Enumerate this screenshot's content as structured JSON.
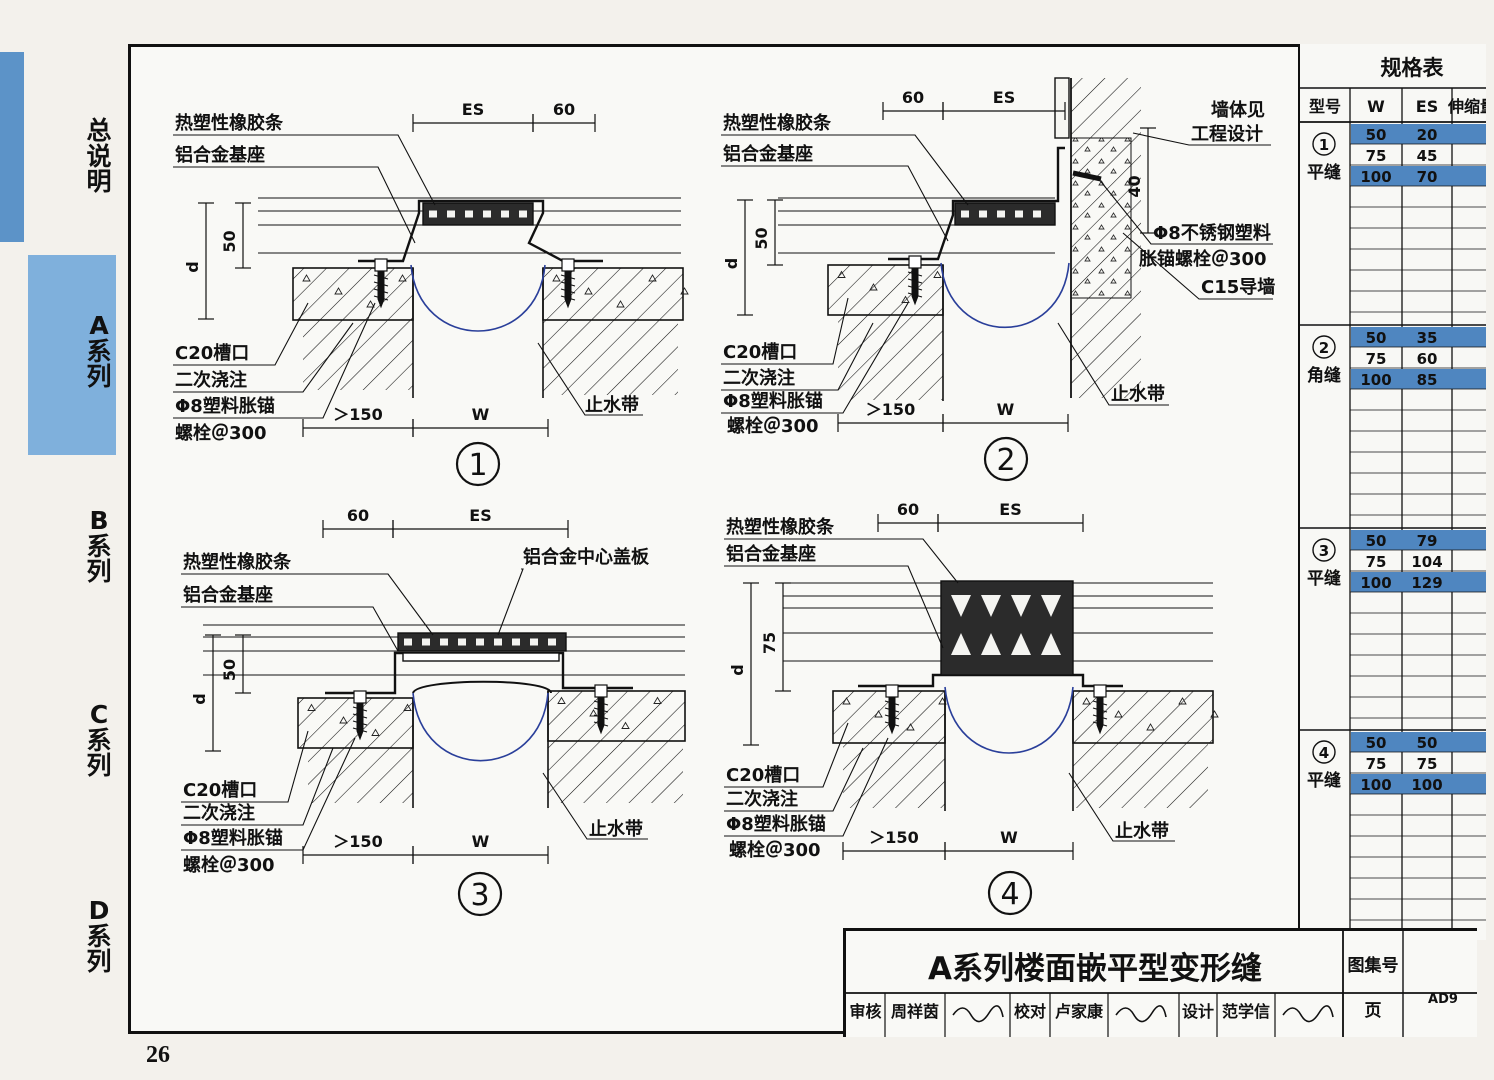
{
  "sidebar": {
    "items": [
      {
        "label": "总说明",
        "chars": [
          "总",
          "说",
          "明"
        ]
      },
      {
        "label": "A系列",
        "chars": [
          "A",
          "系",
          "列"
        ]
      },
      {
        "label": "B系列",
        "chars": [
          "B",
          "系",
          "列"
        ]
      },
      {
        "label": "C系列",
        "chars": [
          "C",
          "系",
          "列"
        ]
      },
      {
        "label": "D系列",
        "chars": [
          "D",
          "系",
          "列"
        ]
      }
    ],
    "active": "A系列",
    "accent_color": "#5c93c8"
  },
  "page_number": "26",
  "details": [
    {
      "number": "1",
      "dims": {
        "es": "ES",
        "side": "60",
        "w": "W",
        "d": "d",
        "h": "50",
        "min": "＞150"
      },
      "labels": {
        "rubber": "热塑性橡胶条",
        "base": "铝合金基座",
        "c20": "C20槽口",
        "pour": "二次浇注",
        "anchor": "Φ8塑料胀锚",
        "bolt": "螺栓＠300",
        "waterstop": "止水带"
      }
    },
    {
      "number": "2",
      "dims": {
        "es": "ES",
        "side": "60",
        "w": "W",
        "d": "d",
        "h": "50",
        "min": "＞150",
        "wall_h": "40"
      },
      "labels": {
        "rubber": "热塑性橡胶条",
        "base": "铝合金基座",
        "wall1": "墙体见",
        "wall2": "工程设计",
        "ss1": "Φ8不锈钢塑料",
        "ss2": "胀锚螺栓＠300",
        "c15": "C15导墙",
        "c20": "C20槽口",
        "pour": "二次浇注",
        "anchor": "Φ8塑料胀锚",
        "bolt": "螺栓＠300",
        "waterstop": "止水带"
      }
    },
    {
      "number": "3",
      "dims": {
        "es": "ES",
        "side": "60",
        "w": "W",
        "d": "d",
        "h": "50",
        "min": "＞150"
      },
      "labels": {
        "rubber": "热塑性橡胶条",
        "base": "铝合金基座",
        "plate": "铝合金中心盖板",
        "c20": "C20槽口",
        "pour": "二次浇注",
        "anchor": "Φ8塑料胀锚",
        "bolt": "螺栓＠300",
        "waterstop": "止水带"
      }
    },
    {
      "number": "4",
      "dims": {
        "es": "ES",
        "side": "60",
        "w": "W",
        "d": "d",
        "h": "75",
        "min": "＞150"
      },
      "labels": {
        "rubber": "热塑性橡胶条",
        "base": "铝合金基座",
        "c20": "C20槽口",
        "pour": "二次浇注",
        "anchor": "Φ8塑料胀锚",
        "bolt": "螺栓＠300",
        "waterstop": "止水带"
      }
    }
  ],
  "spec_table": {
    "title": "规格表",
    "headers": [
      "型号",
      "W",
      "ES",
      "伸缩量"
    ],
    "groups": [
      {
        "num": "1",
        "type": "平缝",
        "rows": [
          {
            "w": "50",
            "es": "20",
            "mv": ""
          },
          {
            "w": "75",
            "es": "45",
            "mv": ""
          },
          {
            "w": "100",
            "es": "70",
            "mv": ""
          }
        ]
      },
      {
        "num": "2",
        "type": "角缝",
        "rows": [
          {
            "w": "50",
            "es": "35",
            "mv": ""
          },
          {
            "w": "75",
            "es": "60",
            "mv": ""
          },
          {
            "w": "100",
            "es": "85",
            "mv": ""
          }
        ]
      },
      {
        "num": "3",
        "type": "平缝",
        "rows": [
          {
            "w": "50",
            "es": "79",
            "mv": ""
          },
          {
            "w": "75",
            "es": "104",
            "mv": ""
          },
          {
            "w": "100",
            "es": "129",
            "mv": ""
          }
        ]
      },
      {
        "num": "4",
        "type": "平缝",
        "rows": [
          {
            "w": "50",
            "es": "50",
            "mv": ""
          },
          {
            "w": "75",
            "es": "75",
            "mv": ""
          },
          {
            "w": "100",
            "es": "100",
            "mv": ""
          }
        ]
      }
    ],
    "highlight_color": "#4f86c0"
  },
  "title_block": {
    "title": "A系列楼面嵌平型变形缝",
    "atlas_label": "图集号",
    "atlas_no": "",
    "page_label": "页",
    "page_no": "AD9",
    "roles": [
      {
        "role": "审核",
        "name": "周祥茵"
      },
      {
        "role": "校对",
        "name": "卢家康"
      },
      {
        "role": "设计",
        "name": "范学信"
      }
    ]
  }
}
